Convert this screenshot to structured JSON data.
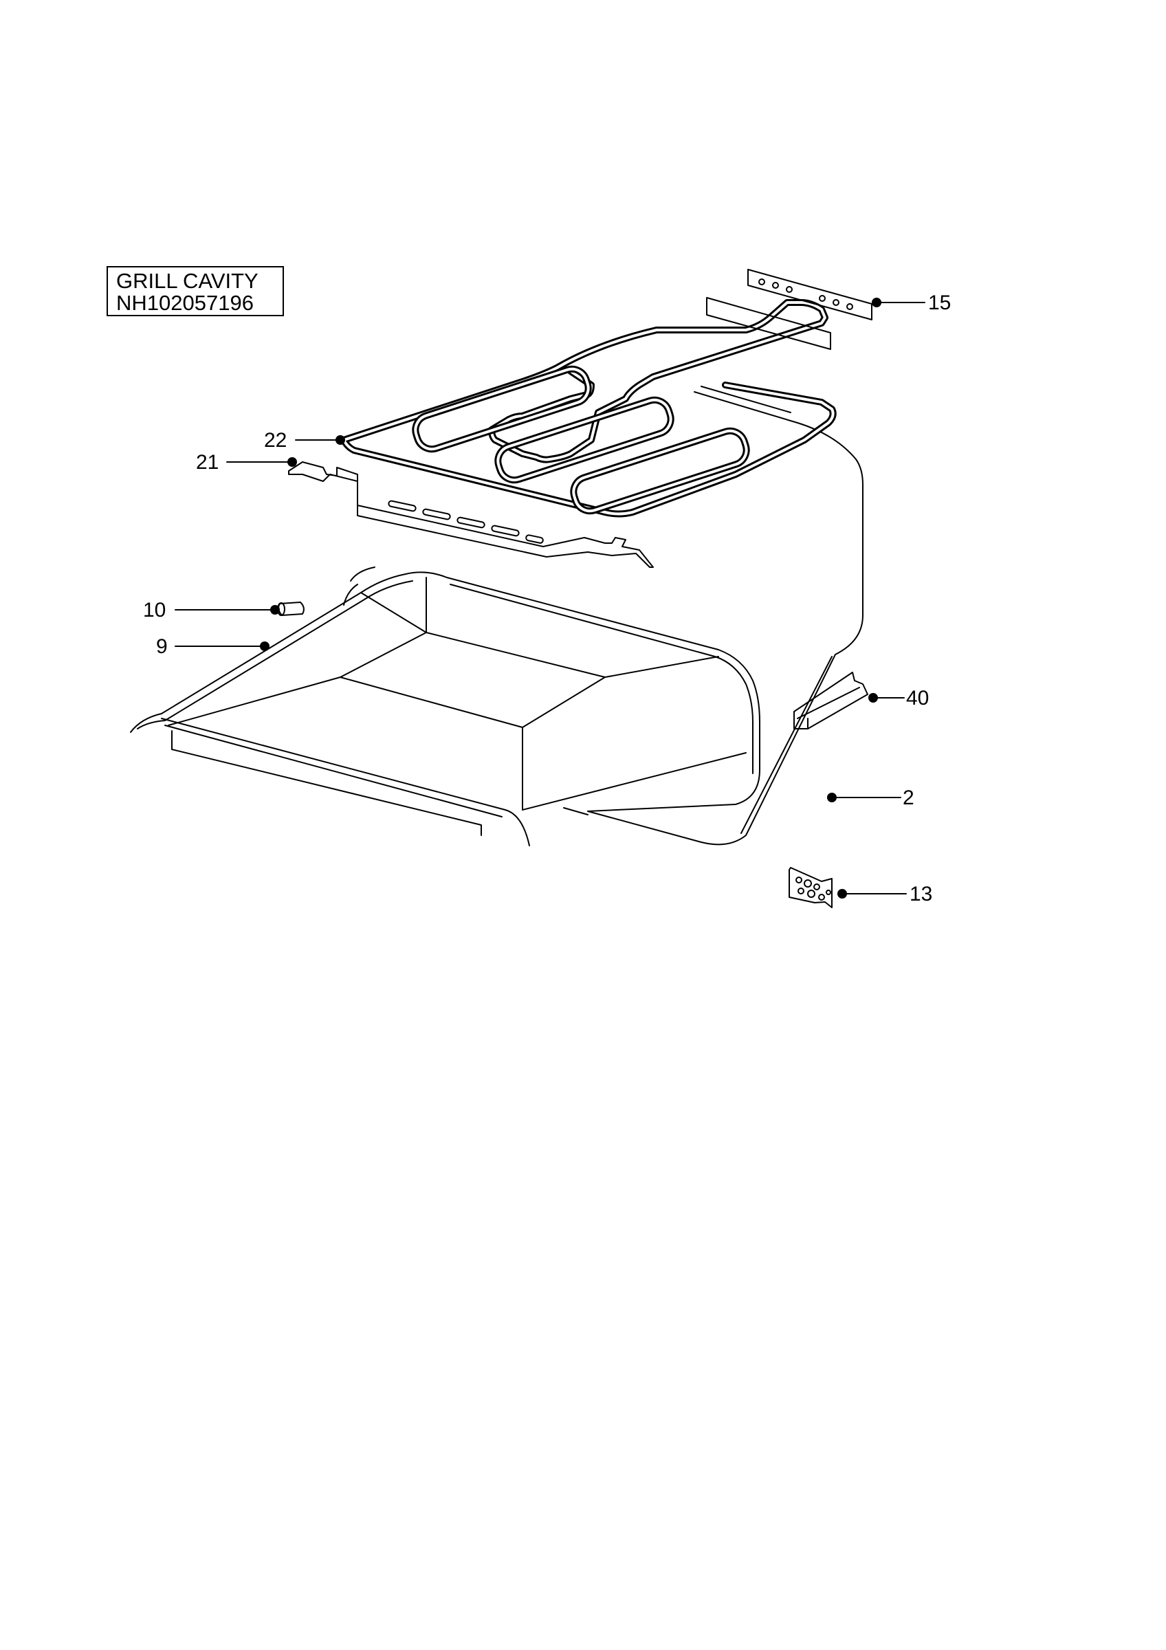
{
  "title": {
    "line1": "GRILL CAVITY",
    "line2": "NH102057196"
  },
  "callouts": [
    {
      "id": "c15",
      "label": "15"
    },
    {
      "id": "c22",
      "label": "22"
    },
    {
      "id": "c21",
      "label": "21"
    },
    {
      "id": "c10",
      "label": "10"
    },
    {
      "id": "c9",
      "label": "9"
    },
    {
      "id": "c40",
      "label": "40"
    },
    {
      "id": "c2",
      "label": "2"
    },
    {
      "id": "c13",
      "label": "13"
    }
  ],
  "colors": {
    "line": "#000000",
    "background": "#ffffff"
  }
}
